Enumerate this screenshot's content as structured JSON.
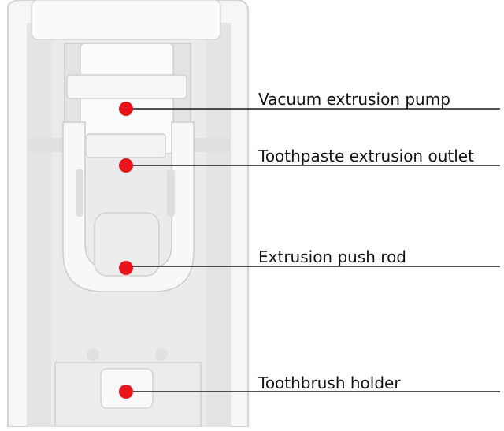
{
  "callouts": [
    {
      "id": "pump",
      "label": "Vacuum extrusion pump",
      "marker_color": "#e8141c"
    },
    {
      "id": "outlet",
      "label": "Toothpaste extrusion outlet",
      "marker_color": "#e8141c"
    },
    {
      "id": "rod",
      "label": "Extrusion push rod",
      "marker_color": "#e8141c"
    },
    {
      "id": "holder",
      "label": "Toothbrush holder",
      "marker_color": "#e8141c"
    }
  ],
  "colors": {
    "body_shell": "#f4f4f4",
    "body_outline": "#d6d6d6",
    "inner_cavity": "#e9e9e9",
    "part_white": "#fbfbfb",
    "shadow": "#cfcfcf",
    "leader_line": "#1a1a1a"
  }
}
